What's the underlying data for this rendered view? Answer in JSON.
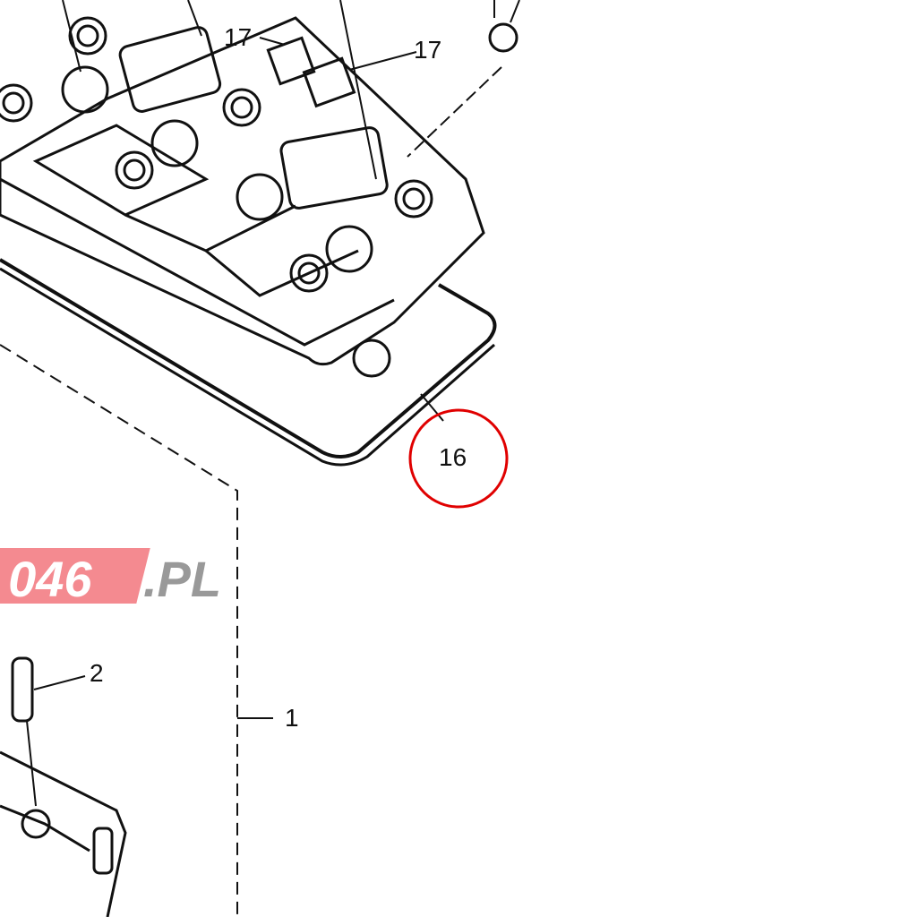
{
  "callouts": {
    "c17a": "17",
    "c17b": "17",
    "c16": "16",
    "c2": "2",
    "c1": "1"
  },
  "highlight": {
    "part": "16",
    "color": "#e00000"
  },
  "watermark": {
    "text_red": "046",
    "text_grey": ".PL"
  }
}
